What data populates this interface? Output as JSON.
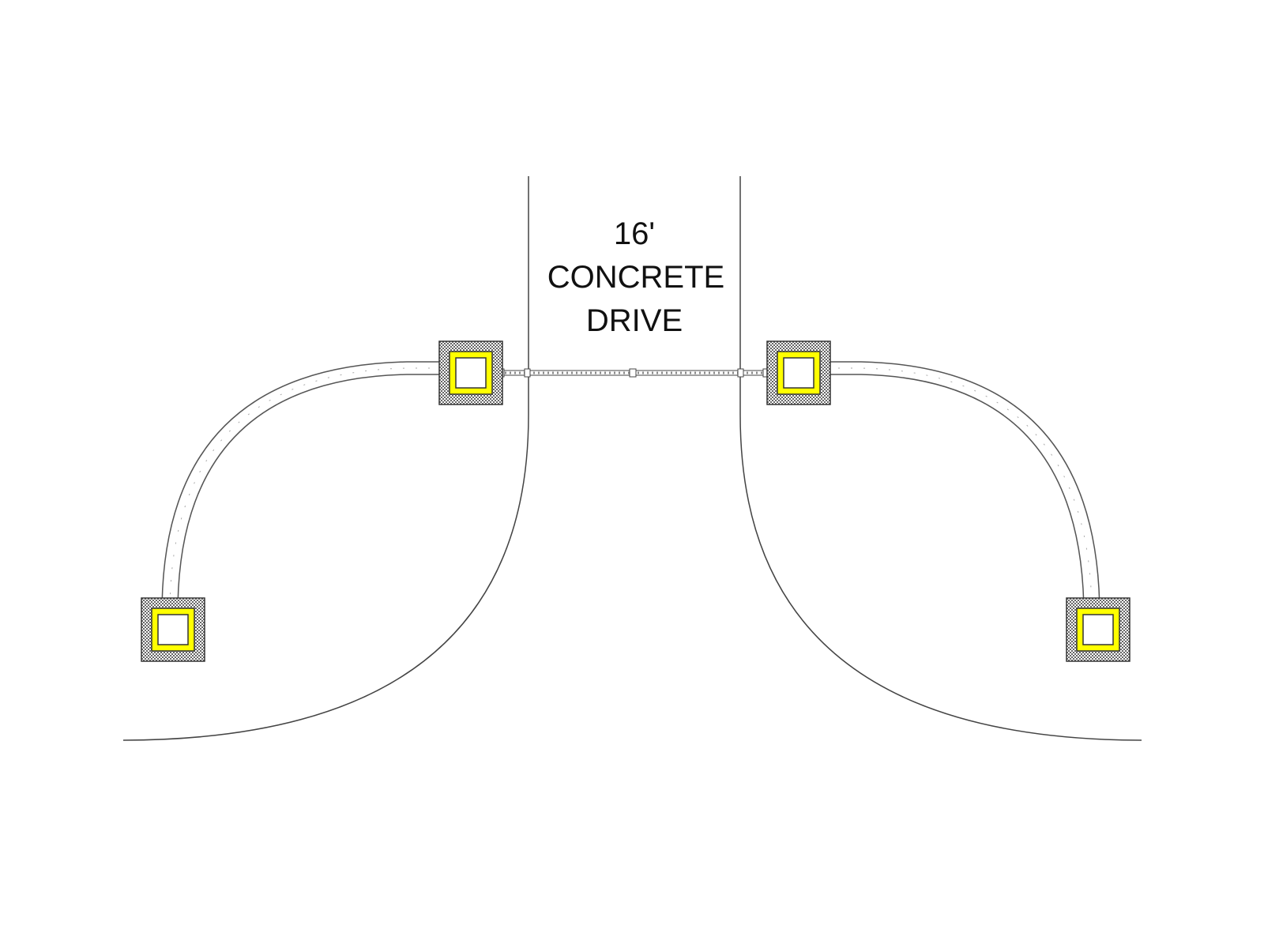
{
  "drive_label": {
    "width": "16'",
    "material": "CONCRETE",
    "type": "DRIVE"
  },
  "colors": {
    "line": "#444444",
    "pillar_fill": "#ffff00",
    "pillar_outline": "#333333",
    "pillar_hatch": "#555555",
    "background": "#ffffff"
  }
}
